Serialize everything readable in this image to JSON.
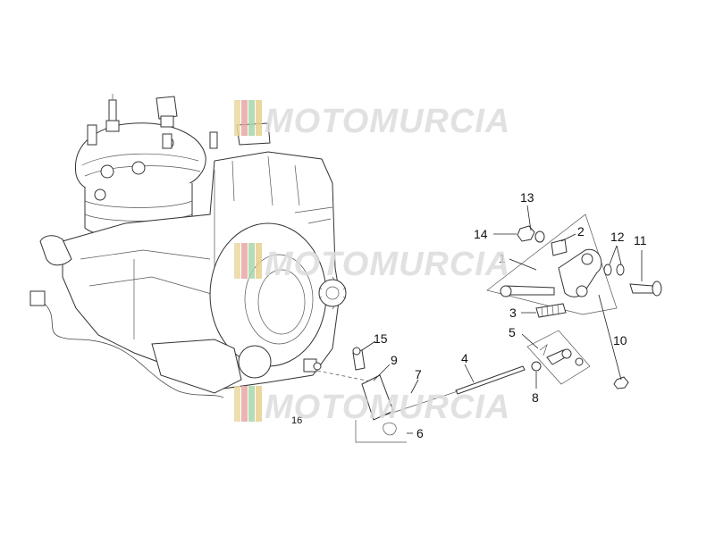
{
  "watermark": {
    "text": "MOTOMURCIA",
    "stripe_colors": [
      "#e9d9a0",
      "#e8a7a7",
      "#a9d6a9",
      "#e7cf8e"
    ]
  },
  "callouts": {
    "c1": "1",
    "c2": "2",
    "c3": "3",
    "c4": "4",
    "c5": "5",
    "c6": "6",
    "c7": "7",
    "c8": "8",
    "c9": "9",
    "c10": "10",
    "c11": "11",
    "c12": "12",
    "c13": "13",
    "c14": "14",
    "c15": "15",
    "c16": "16"
  },
  "icons": [
    "spark-plug-icon",
    "bolt-icon",
    "washer-icon",
    "nut-icon",
    "sprocket-icon"
  ]
}
